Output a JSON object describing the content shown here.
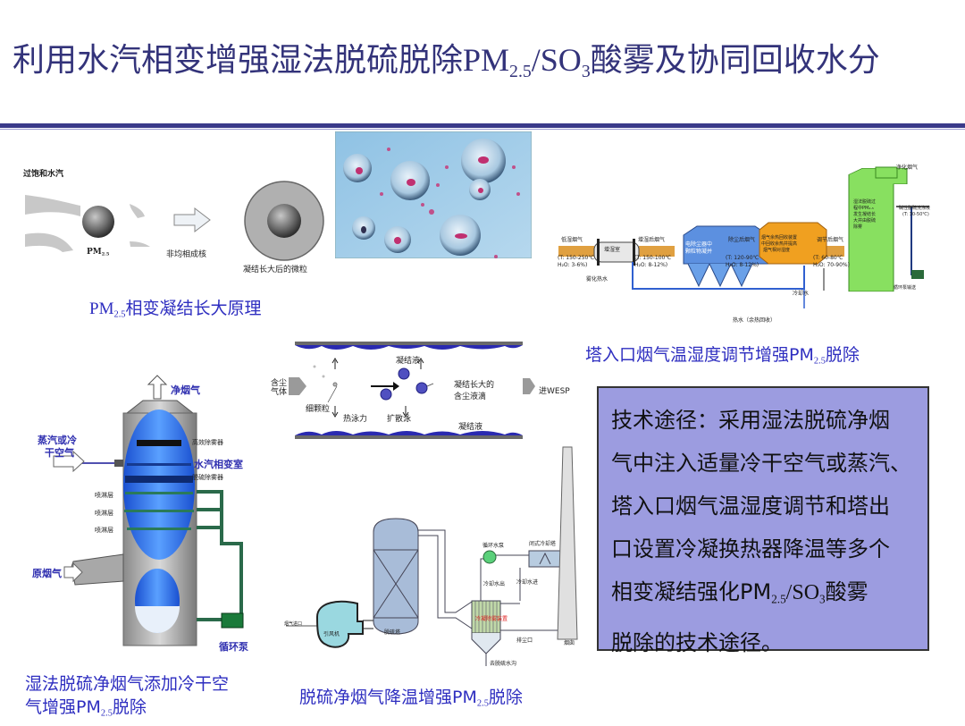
{
  "slide": {
    "title_pre": "利用水汽相变增强湿法脱硫脱除",
    "title_pm": "PM",
    "title_pm_sub": "2.5",
    "title_slash_so": "/SO",
    "title_so_sub": "3",
    "title_post": "酸雾及协同回收水分"
  },
  "principle": {
    "label_vapor": "过饱和水汽",
    "label_pm": "PM",
    "label_pm_sub": "2.5",
    "label_nucleation": "非均相成核",
    "label_grown": "凝结长大后的微粒",
    "caption_pm": "PM",
    "caption_sub": "2.5",
    "caption_rest": "相变凝结长大原理"
  },
  "inlet_diagram": {
    "caption_pre": "塔入口烟气温湿度调节增强PM",
    "caption_sub": "2.5",
    "caption_post": "脱除",
    "low_humid_gas": "低湿烟气",
    "low_t": "(T: 150-250℃",
    "low_h": "H₂O: 3-6%)",
    "humidifier": "增湿室",
    "humid_gas": "增湿后烟气",
    "humid_t": "(T: 150-100℃",
    "humid_h": "H₂O: 8-12%)",
    "esp_line1": "电除尘器中",
    "esp_line2": "颗粒物凝并",
    "after_esp_gas": "除尘后烟气",
    "after_t": "(T: 120-90℃",
    "after_h": "H₂O: 8-12%)",
    "exchanger_line1": "烟气余热回收装置",
    "exchanger_line2": "中回收余热并提高",
    "exchanger_line3": "烟气相对湿度",
    "adjusted_gas": "调节后烟气",
    "adj_t": "(T: 60-80℃",
    "adj_h": "H₂O: 70-90%)",
    "tower_line1": "湿法脱硫过",
    "tower_line2": "程中PM₂.₅",
    "tower_line3": "发生凝结长",
    "tower_line4": "大并由脱硫",
    "tower_line5": "除雾",
    "clean_gas": "净化烟气",
    "slurry": "碱性脱硫洗涤液",
    "slurry_t": "(T: 30-50℃)",
    "pump": "循环泵输送",
    "cooling_water": "冷却水",
    "hot_water": "热水（余热回收）",
    "humid_water": "雾化热水"
  },
  "condensation_channel": {
    "dusty_gas_1": "含尘",
    "dusty_gas_2": "气体",
    "condensate_top": "凝结液",
    "fine_particle": "细颗粒",
    "grown_droplet_1": "凝结长大的",
    "grown_droplet_2": "含尘液滴",
    "thermophoresis": "热泳力",
    "diffusiophoresis": "扩散泳",
    "condensate_bottom": "凝结液",
    "to_wesp": "进WESP"
  },
  "wet_fgd_tower": {
    "clean_gas": "净烟气",
    "steam_or_air_1": "蒸汽或冷",
    "steam_or_air_2": "干空气",
    "demister_high": "高效除雾器",
    "phase_change_room": "水汽相变室",
    "fgd_demister": "脱硫除雾器",
    "spray_layers": [
      "喷淋层",
      "喷淋层",
      "喷淋层"
    ],
    "raw_gas": "原烟气",
    "circulation_pump": "循环泵",
    "caption_line1": "湿法脱硫净烟气添加冷干空",
    "caption_line2_pre": "气增强PM",
    "caption_line2_sub": "2.5",
    "caption_line2_post": "脱除"
  },
  "cooling_diagram": {
    "gas_inlet": "烟气进口",
    "fan": "引风机",
    "fgd_tower": "脱硫塔",
    "circ_pump": "循环水泵",
    "closed_cooling_tower": "闭式冷却塔",
    "cooling_water_out": "冷却水出",
    "cooling_water_in": "冷却水进",
    "condenser": "冷凝除雾装置",
    "drain": "排尘口",
    "to_trench": "去脱硫水沟",
    "chimney": "烟囱",
    "caption_pre": "脱硫净烟气降温增强PM",
    "caption_sub": "2.5",
    "caption_post": "脱除"
  },
  "tech_box": {
    "line1": "技术途径：采用湿法脱硫净烟",
    "line2": "气中注入适量冷干空气或蒸汽、",
    "line3": "塔入口烟气温湿度调节和塔出",
    "line4": "口设置冷凝换热器降温等多个",
    "line5_pre": "相变凝结强化PM",
    "line5_sub1": "2.5",
    "line5_mid": "/SO",
    "line5_sub2": "3",
    "line5_post": "酸雾",
    "line6": "脱除的技术途径。"
  },
  "colors": {
    "title": "#33337a",
    "caption": "#2e2ec0",
    "box_fill": "#9c9ce0",
    "rule": "#3a3a8a"
  }
}
